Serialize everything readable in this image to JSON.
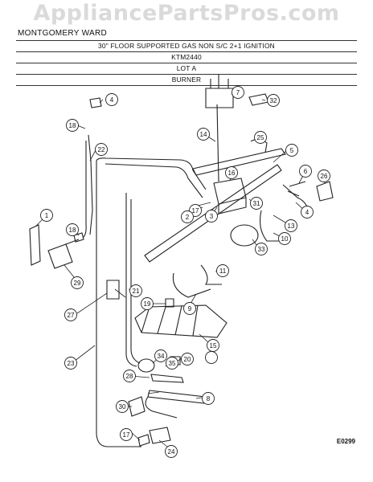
{
  "watermark": "AppliancePartsPros.com",
  "brand": "MONTGOMERY WARD",
  "header": {
    "line1": "30\" FLOOR SUPPORTED GAS NON S/C 2+1 IGNITION",
    "line2": "KTM2440",
    "line3": "LOT A",
    "line4": "BURNER"
  },
  "diagram_code": "E0299",
  "callouts": [
    "1",
    "2",
    "3",
    "4",
    "5",
    "6",
    "7",
    "8",
    "9",
    "10",
    "11",
    "13",
    "14",
    "15",
    "16",
    "17",
    "18",
    "19",
    "20",
    "21",
    "22",
    "23",
    "24",
    "25",
    "26",
    "27",
    "28",
    "29",
    "30",
    "31",
    "32",
    "33",
    "34",
    "35"
  ]
}
